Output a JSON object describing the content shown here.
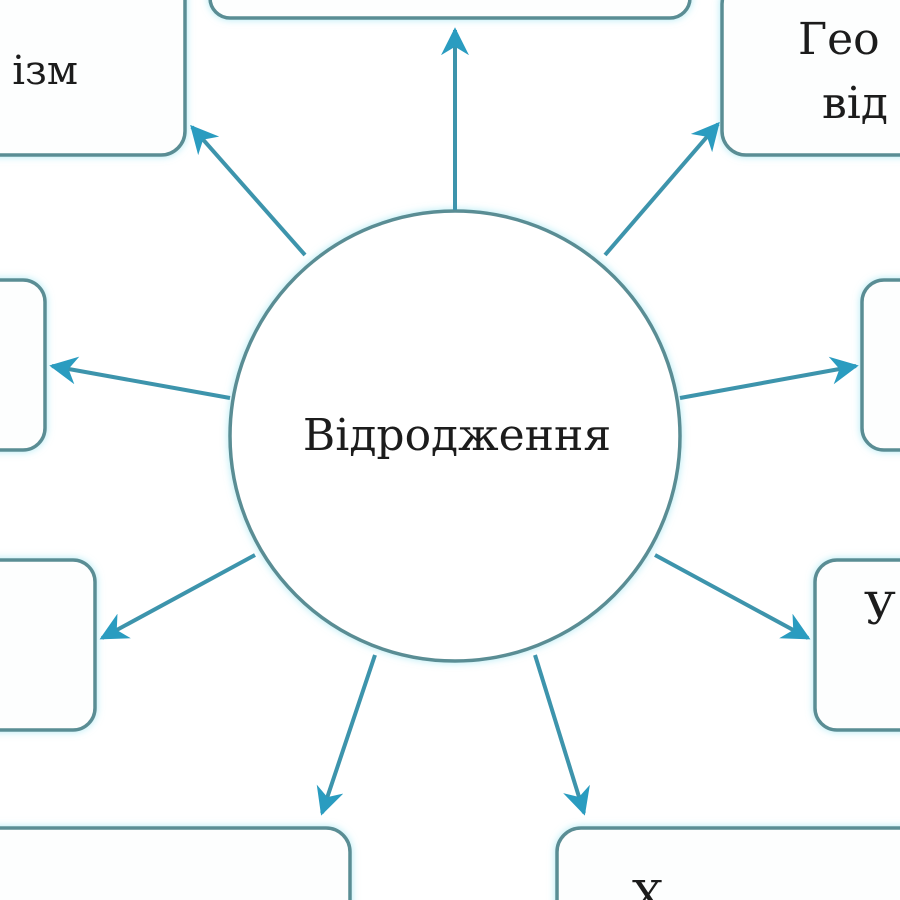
{
  "center": {
    "label": "Відродження"
  },
  "boxes": {
    "top_left": {
      "label": "ізм"
    },
    "top_right": {
      "line1": "Гео",
      "line2": "від"
    },
    "lower_right": {
      "label": "У"
    },
    "bottom_right": {
      "label": "Х"
    }
  },
  "colors": {
    "arrow": "#3d94ac",
    "box_stroke": "#5a8d94",
    "glow": "#bdeef5"
  }
}
